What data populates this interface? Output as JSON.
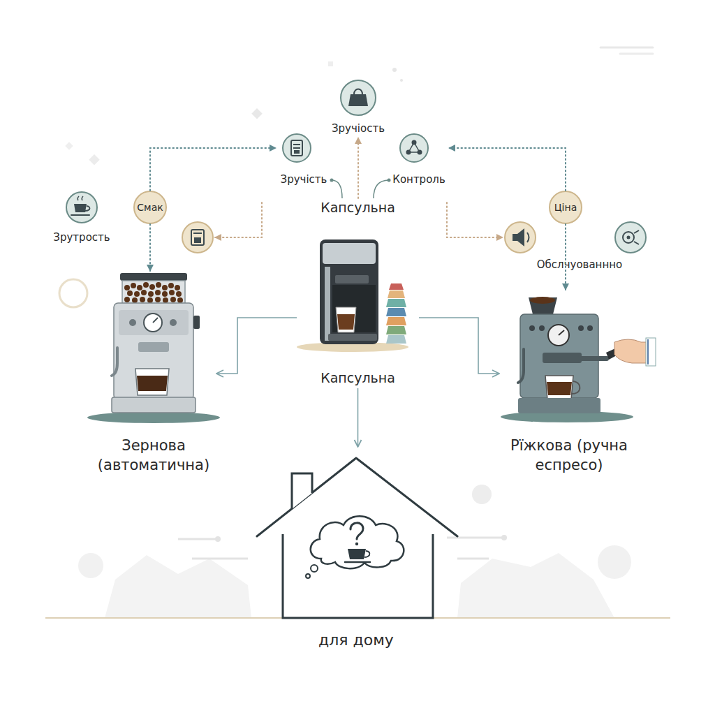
{
  "diagram": {
    "nodes": [
      {
        "text": [
          "Зручіость"
        ]
      },
      {
        "text": [
          "Зручість"
        ]
      },
      {
        "text": [
          "Контроль"
        ]
      },
      {
        "text": [
          "Зрутрость"
        ]
      },
      {
        "text": [
          "Смак"
        ]
      },
      {
        "text": [
          "Ціна"
        ]
      },
      {
        "text": [
          "Капсульна",
          "Капсульна"
        ]
      },
      {
        "text": [
          "Зернова (автоматична)"
        ]
      },
      {
        "text": [
          "Рїжкова (ручна еспресо)"
        ]
      },
      {
        "text": [
          "для дому"
        ]
      }
    ],
    "edges": [
      {
        "from": 4,
        "to": 1,
        "arrow": "to"
      },
      {
        "from": 4,
        "to": 7,
        "arrow": "to"
      },
      {
        "from": 5,
        "to": 2,
        "arrow": "to"
      },
      {
        "from": 5,
        "to": 8,
        "arrow": "to"
      },
      {
        "from": 6,
        "to": 7,
        "arrow": "to"
      },
      {
        "from": 6,
        "to": 8,
        "arrow": "to"
      },
      {
        "from": 6,
        "to": 9,
        "arrow": "to"
      },
      {
        "from": 6,
        "to": 0,
        "arrow": "to"
      },
      {
        "from": 1,
        "to": 6,
        "arrow": "none"
      },
      {
        "from": 2,
        "to": 6,
        "arrow": "none"
      }
    ],
    "labels": [
      "Обслчуованнно"
    ]
  }
}
